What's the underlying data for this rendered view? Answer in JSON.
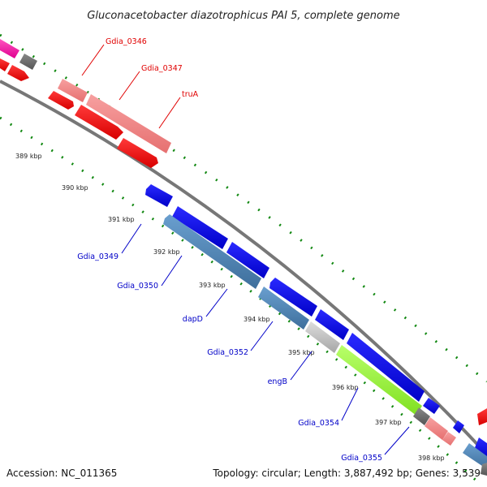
{
  "title": "Gluconacetobacter diazotrophicus PAI 5, complete genome",
  "accession": "Accession: NC_011365",
  "topology": "Topology: circular; Length: 3,887,492 bp; Genes: 3,539",
  "kbp_labels": [
    "389 kbp",
    "390 kbp",
    "391 kbp",
    "392 kbp",
    "393 kbp",
    "394 kbp",
    "395 kbp",
    "396 kbp",
    "397 kbp",
    "398 kbp"
  ],
  "gene_labels_top": [
    "Gdia_0346",
    "Gdia_0347",
    "truA"
  ],
  "gene_labels_bottom": [
    "Gdia_0349",
    "Gdia_0350",
    "dapD",
    "Gdia_0352",
    "engB",
    "Gdia_0354",
    "Gdia_0355"
  ],
  "colors": {
    "forward_cds": "#ff0000",
    "forward_light": "#f08080",
    "reverse_cds": "#0000ee",
    "reverse_steel": "#4682b4",
    "gray": "#b9b9b9",
    "green": "#98ff30",
    "magenta": "#ff1aa3",
    "backbone": "#7f7f7f",
    "ticks": "#118811"
  }
}
